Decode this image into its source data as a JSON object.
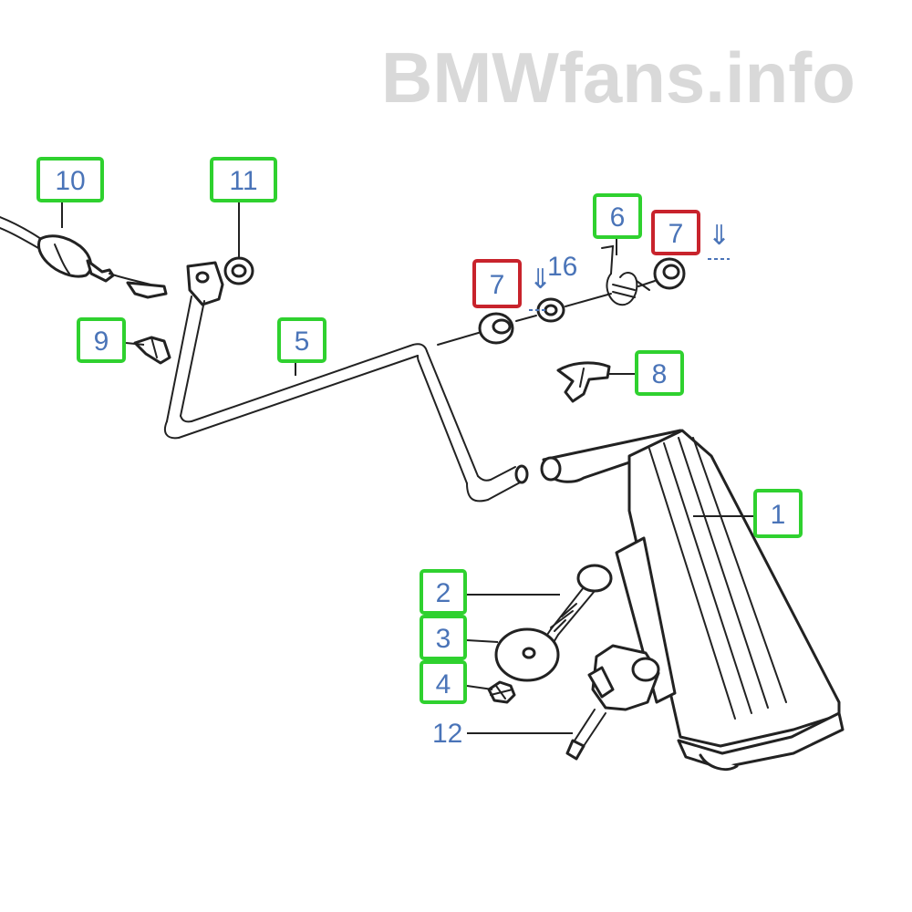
{
  "watermark": "BMWfans.info",
  "callouts": [
    {
      "id": "c1",
      "label": "1",
      "style": "green"
    },
    {
      "id": "c2",
      "label": "2",
      "style": "green"
    },
    {
      "id": "c3",
      "label": "3",
      "style": "green"
    },
    {
      "id": "c4",
      "label": "4",
      "style": "green"
    },
    {
      "id": "c5",
      "label": "5",
      "style": "green"
    },
    {
      "id": "c6",
      "label": "6",
      "style": "green"
    },
    {
      "id": "c7a",
      "label": "7",
      "style": "red"
    },
    {
      "id": "c7b",
      "label": "7",
      "style": "red"
    },
    {
      "id": "c8",
      "label": "8",
      "style": "green"
    },
    {
      "id": "c9",
      "label": "9",
      "style": "green"
    },
    {
      "id": "c10",
      "label": "10",
      "style": "green"
    },
    {
      "id": "c11",
      "label": "11",
      "style": "green"
    }
  ],
  "plain_labels": {
    "p12": "12",
    "p16": "16"
  },
  "arrow_glyph": "⇓",
  "colors": {
    "label_text": "#4a74b8",
    "box_green": "#2fd12f",
    "box_red": "#c8232c",
    "line_art": "#222222",
    "watermark": "#d9d9d9"
  }
}
